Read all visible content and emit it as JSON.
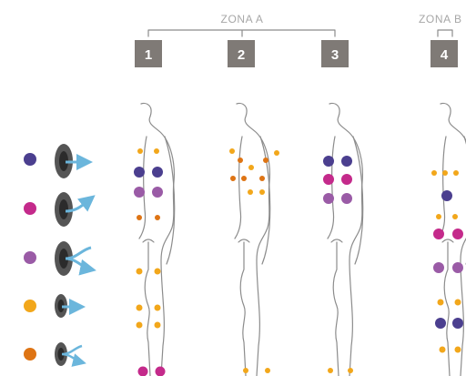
{
  "zones": [
    {
      "label": "ZONA A"
    },
    {
      "label": "ZONA B"
    }
  ],
  "columns": [
    {
      "number": "1"
    },
    {
      "number": "2"
    },
    {
      "number": "3"
    },
    {
      "number": "4"
    }
  ],
  "colors": {
    "navy": "#4b3f8f",
    "magenta": "#c42a8b",
    "violet": "#9a5ba6",
    "yellow": "#f2a71b",
    "orange": "#de7414",
    "badge": "#7f7a76",
    "outline": "#8c8c8c",
    "arrow": "#6bb6dc"
  },
  "legend": [
    {
      "dot_color": "magenta_navy_placeholder"
    }
  ]
}
